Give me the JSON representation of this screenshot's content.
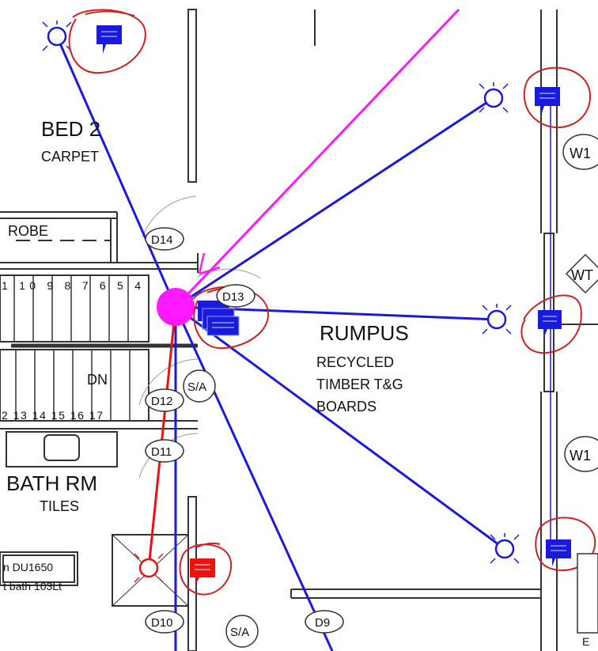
{
  "rooms": {
    "bed2": {
      "name": "BED 2",
      "finish": "CARPET"
    },
    "rumpus": {
      "name": "RUMPUS",
      "finish_line1": "RECYCLED",
      "finish_line2": "TIMBER T&G",
      "finish_line3": "BOARDS"
    },
    "bath": {
      "name": "BATH RM",
      "finish": "TILES"
    },
    "robe": "ROBE"
  },
  "stairs": {
    "upper_numbers": "1 10 9 8 7 6 5 4",
    "lower_numbers": "2 13 14 15 16 17",
    "direction": "DN"
  },
  "doors": {
    "d14": "D14",
    "d13": "D13",
    "d12": "D12",
    "d11": "D11",
    "d10": "D10",
    "d9": "D9"
  },
  "windows": {
    "w1a": "W1",
    "wt": "WT",
    "w1b": "W1"
  },
  "labels": {
    "sa1": "S/A",
    "sa2": "S/A",
    "fixture_line1": "n DU1650",
    "fixture_line2": "t bath 103Lt",
    "edge_e": "E"
  },
  "colors": {
    "blue": "#1a1adf",
    "red": "#ee1111",
    "magenta": "#ff19ff",
    "annotation": "#d42020",
    "wall": "#333333"
  },
  "icons": [
    "comment-icon",
    "light-fixture-icon",
    "hub-icon",
    "tag-icon"
  ]
}
